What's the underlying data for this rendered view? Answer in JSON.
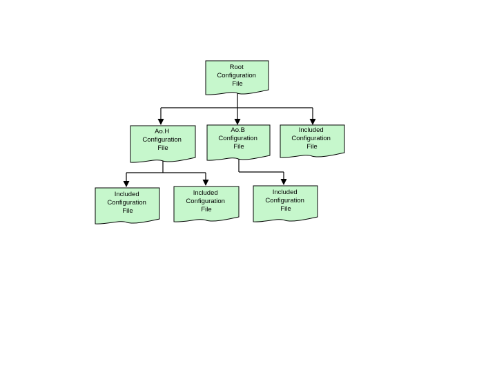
{
  "colors": {
    "node_fill": "#c6f7cc",
    "node_stroke": "#000000",
    "connector": "#000000",
    "background": "#ffffff"
  },
  "nodes": {
    "root": {
      "lines": [
        "Root",
        "Configuration",
        "File"
      ]
    },
    "aoh": {
      "lines": [
        "Ao.H",
        "Configuration",
        "File"
      ]
    },
    "aob": {
      "lines": [
        "Ao.B",
        "Configuration",
        "File"
      ]
    },
    "included_top": {
      "lines": [
        "Included",
        "Configuration",
        "File"
      ]
    },
    "included_aoh_left": {
      "lines": [
        "Included",
        "Configuration",
        "File"
      ]
    },
    "included_aoh_right": {
      "lines": [
        "Included",
        "Configuration",
        "File"
      ]
    },
    "included_aob": {
      "lines": [
        "Included",
        "Configuration",
        "File"
      ]
    }
  }
}
